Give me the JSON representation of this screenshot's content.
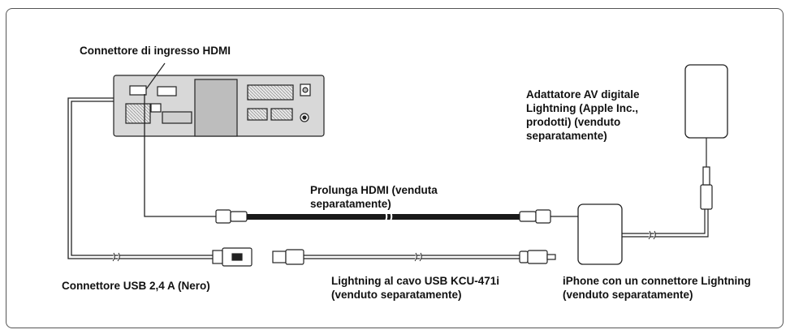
{
  "labels": {
    "hdmi_input_connector": "Connettore di ingresso HDMI",
    "av_adapter": "Adattatore AV digitale\nLightning (Apple Inc.,\nprodotti) (venduto\nseparatamente)",
    "hdmi_extension": "Prolunga HDMI (venduta\nseparatamente)",
    "usb_connector": "Connettore USB 2,4 A (Nero)",
    "lightning_cable": "Lightning al cavo USB KCU-471i\n(venduto separatamente)",
    "iphone": "iPhone con un connettore Lightning\n(venduto separatamente)"
  },
  "colors": {
    "line": "#222222",
    "unit_fill": "#d8d8d8",
    "module_fill": "#bdbdbd",
    "port_fill": "#ffffff",
    "hdmi_cable": "#1a1a1a"
  }
}
